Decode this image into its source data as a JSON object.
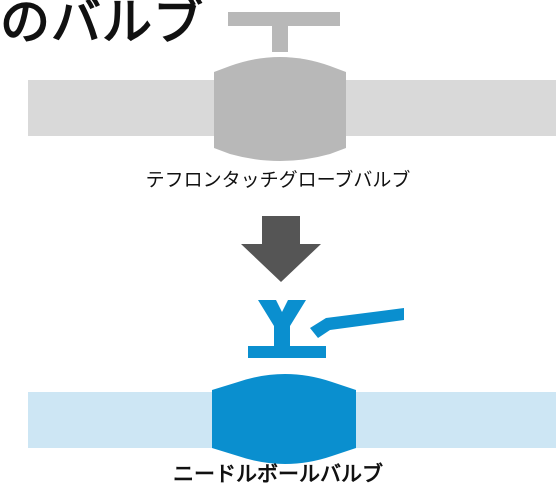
{
  "header": {
    "title_fragment": "のバルブ"
  },
  "before": {
    "label": "テフロンタッチグローブバルブ"
  },
  "after": {
    "label": "ニードルボールバルブ"
  },
  "colors": {
    "pipe_gray": "#d9d9d9",
    "valve_gray": "#b8b8b8",
    "arrow": "#555555",
    "valve_blue": "#0a8fcf",
    "pipe_blue": "#cde6f4"
  }
}
